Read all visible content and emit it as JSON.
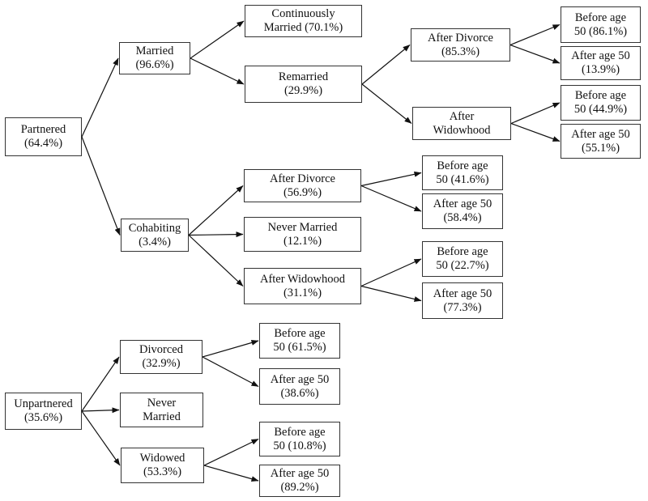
{
  "diagram": {
    "type": "tree-flowchart",
    "nodes": {
      "partnered": {
        "line1": "Partnered",
        "line2": "(64.4%)"
      },
      "married": {
        "line1": "Married",
        "line2": "(96.6%)"
      },
      "continuously_married": {
        "line1": "Continuously",
        "line2": "Married (70.1%)"
      },
      "remarried": {
        "line1": "Remarried",
        "line2": "(29.9%)"
      },
      "rem_after_divorce": {
        "line1": "After Divorce",
        "line2": "(85.3%)"
      },
      "rem_after_widowhood": {
        "line1": "After",
        "line2": "Widowhood"
      },
      "rem_div_before50": {
        "line1": "Before age",
        "line2": "50 (86.1%)"
      },
      "rem_div_after50": {
        "line1": "After age 50",
        "line2": "(13.9%)"
      },
      "rem_wid_before50": {
        "line1": "Before age",
        "line2": "50 (44.9%)"
      },
      "rem_wid_after50": {
        "line1": "After age 50",
        "line2": "(55.1%)"
      },
      "cohabiting": {
        "line1": "Cohabiting",
        "line2": "(3.4%)"
      },
      "coh_after_divorce": {
        "line1": "After Divorce",
        "line2": "(56.9%)"
      },
      "coh_never_married": {
        "line1": "Never Married",
        "line2": "(12.1%)"
      },
      "coh_after_widowhood": {
        "line1": "After Widowhood",
        "line2": "(31.1%)"
      },
      "coh_div_before50": {
        "line1": "Before age",
        "line2": "50 (41.6%)"
      },
      "coh_div_after50": {
        "line1": "After age 50",
        "line2": "(58.4%)"
      },
      "coh_wid_before50": {
        "line1": "Before age",
        "line2": "50 (22.7%)"
      },
      "coh_wid_after50": {
        "line1": "After age 50",
        "line2": "(77.3%)"
      },
      "unpartnered": {
        "line1": "Unpartnered",
        "line2": "(35.6%)"
      },
      "divorced": {
        "line1": "Divorced",
        "line2": "(32.9%)"
      },
      "unp_never_married": {
        "line1": "Never",
        "line2": "Married"
      },
      "widowed": {
        "line1": "Widowed",
        "line2": "(53.3%)"
      },
      "div_before50": {
        "line1": "Before age",
        "line2": "50 (61.5%)"
      },
      "div_after50": {
        "line1": "After age 50",
        "line2": "(38.6%)"
      },
      "wid_before50": {
        "line1": "Before age",
        "line2": "50 (10.8%)"
      },
      "wid_after50": {
        "line1": "After age 50",
        "line2": "(89.2%)"
      }
    },
    "edges": [
      [
        "partnered",
        "married"
      ],
      [
        "partnered",
        "cohabiting"
      ],
      [
        "married",
        "continuously_married"
      ],
      [
        "married",
        "remarried"
      ],
      [
        "remarried",
        "rem_after_divorce"
      ],
      [
        "remarried",
        "rem_after_widowhood"
      ],
      [
        "rem_after_divorce",
        "rem_div_before50"
      ],
      [
        "rem_after_divorce",
        "rem_div_after50"
      ],
      [
        "rem_after_widowhood",
        "rem_wid_before50"
      ],
      [
        "rem_after_widowhood",
        "rem_wid_after50"
      ],
      [
        "cohabiting",
        "coh_after_divorce"
      ],
      [
        "cohabiting",
        "coh_never_married"
      ],
      [
        "cohabiting",
        "coh_after_widowhood"
      ],
      [
        "coh_after_divorce",
        "coh_div_before50"
      ],
      [
        "coh_after_divorce",
        "coh_div_after50"
      ],
      [
        "coh_after_widowhood",
        "coh_wid_before50"
      ],
      [
        "coh_after_widowhood",
        "coh_wid_after50"
      ],
      [
        "unpartnered",
        "divorced"
      ],
      [
        "unpartnered",
        "unp_never_married"
      ],
      [
        "unpartnered",
        "widowed"
      ],
      [
        "divorced",
        "div_before50"
      ],
      [
        "divorced",
        "div_after50"
      ],
      [
        "widowed",
        "wid_before50"
      ],
      [
        "widowed",
        "wid_after50"
      ]
    ]
  }
}
